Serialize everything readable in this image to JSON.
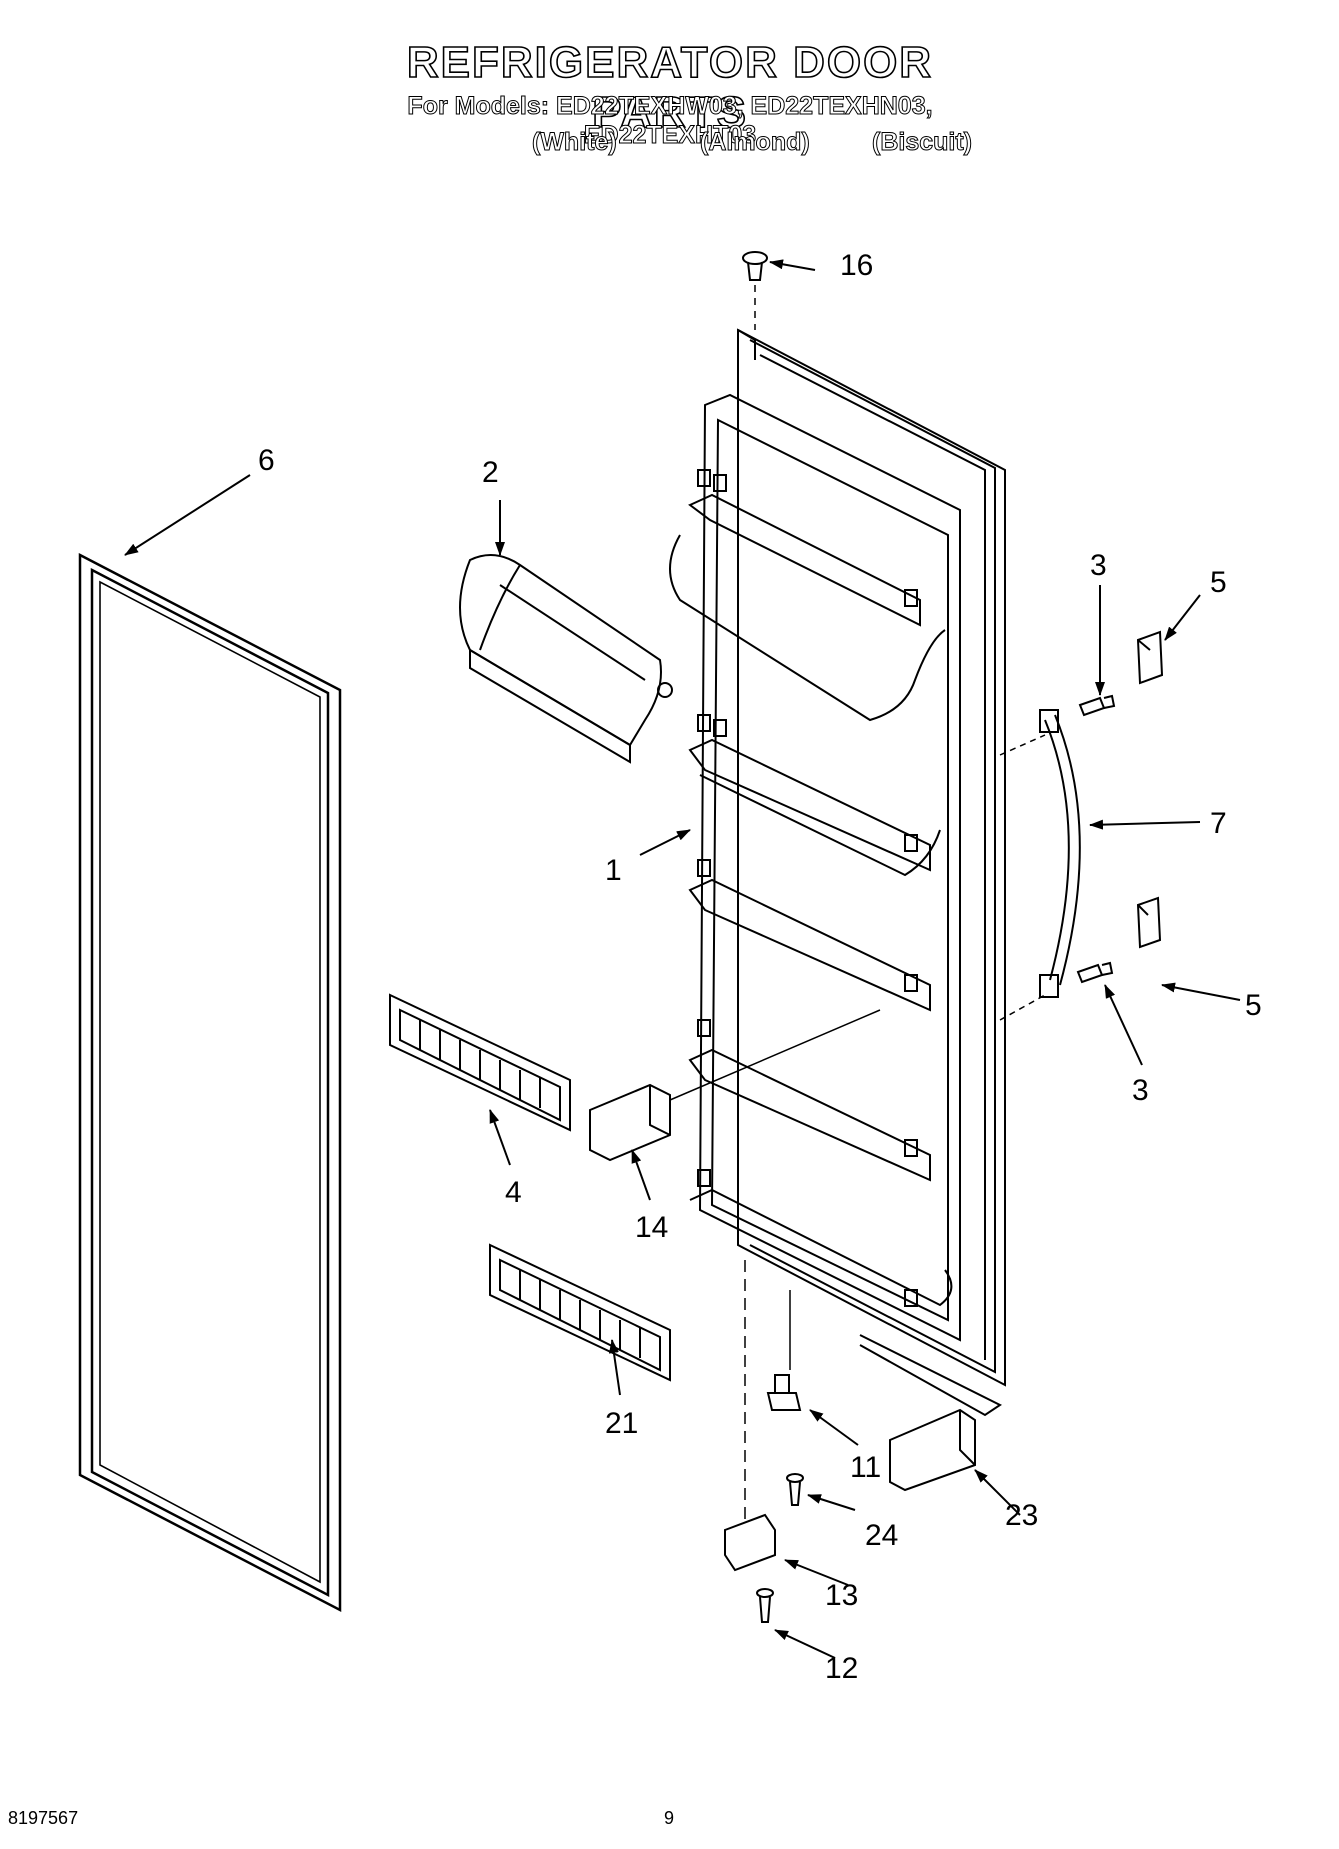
{
  "header": {
    "title": "REFRIGERATOR DOOR PARTS",
    "models_line": "For Models: ED22TEXHW03, ED22TEXHN03, ED22TEXHT03",
    "colors": [
      "(White)",
      "(Almond)",
      "(Biscuit)"
    ]
  },
  "callouts": {
    "p1": "1",
    "p2": "2",
    "p3a": "3",
    "p3b": "3",
    "p4": "4",
    "p5a": "5",
    "p5b": "5",
    "p6": "6",
    "p7": "7",
    "p11": "11",
    "p12": "12",
    "p13": "13",
    "p14": "14",
    "p16": "16",
    "p21": "21",
    "p23": "23",
    "p24": "24"
  },
  "footer": {
    "doc_number": "8197567",
    "page_number": "9"
  }
}
